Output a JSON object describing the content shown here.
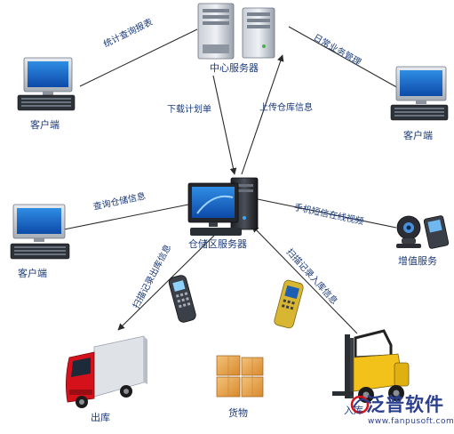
{
  "nodes": {
    "central_server": "中心服务器",
    "client_left_top": "客户端",
    "client_right_top": "客户端",
    "warehouse_server": "仓储区服务器",
    "client_left_mid": "客户端",
    "value_added": "增值服务",
    "outbound": "出库",
    "goods": "货物",
    "inbound": "入库"
  },
  "edges": {
    "stats_query": "统计查询报表",
    "daily_business": "日常业务管理",
    "download_plan": "下载计划单",
    "upload_info": "上传仓库信息",
    "query_storage": "查询仓储信息",
    "sms_video": "手机短信在线视频",
    "scan_outbound": "扫描记录出库信息",
    "scan_inbound": "扫描记录入库信息"
  },
  "brand": {
    "name": "泛普软件",
    "url": "www.fanpusoft.com"
  },
  "colors": {
    "line": "#2a2a2a",
    "label": "#1a3a7a",
    "truck_red": "#d5121c",
    "box": "#e6a33e",
    "forklift": "#f2c21b",
    "brand": "#2b3f8f"
  }
}
